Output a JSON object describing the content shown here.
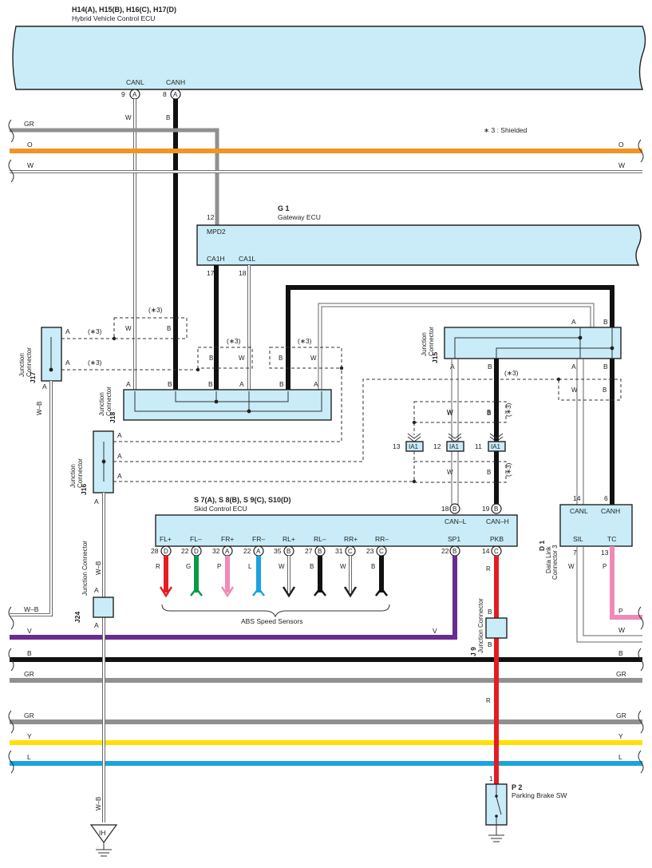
{
  "title": {
    "codes": "H14(A), H15(B), H16(C), H17(D)",
    "name": "Hybrid Vehicle Control ECU"
  },
  "shield_note": "∗ 3 : Shielded",
  "hv_ecu": {
    "canl": "CANL",
    "canh": "CANH",
    "pin_canl": "9",
    "pin_canh": "8",
    "conn": "A"
  },
  "gateway": {
    "id": "G 1",
    "name": "Gateway ECU",
    "mpd2": "MPD2",
    "ca1h": "CA1H",
    "ca1l": "CA1L",
    "pin_mpd2": "12",
    "pin_ca1h": "17",
    "pin_ca1l": "18"
  },
  "skid": {
    "codes": "S 7(A), S 8(B), S 9(C), S10(D)",
    "name": "Skid Control ECU",
    "can_l": "CAN–L",
    "can_h": "CAN–H",
    "pin_can_l": "18",
    "pin_can_h": "19",
    "terms": [
      {
        "label": "FL+",
        "pin": "28",
        "conn": "D",
        "color": "R"
      },
      {
        "label": "FL–",
        "pin": "22",
        "conn": "D",
        "color": "G"
      },
      {
        "label": "FR+",
        "pin": "32",
        "conn": "A",
        "color": "P"
      },
      {
        "label": "FR–",
        "pin": "22",
        "conn": "A",
        "color": "L"
      },
      {
        "label": "RL+",
        "pin": "35",
        "conn": "B",
        "color": "W"
      },
      {
        "label": "RL–",
        "pin": "27",
        "conn": "B",
        "color": "B"
      },
      {
        "label": "RR+",
        "pin": "31",
        "conn": "C",
        "color": "W"
      },
      {
        "label": "RR–",
        "pin": "23",
        "conn": "C",
        "color": "B"
      }
    ],
    "sp1": "SP1",
    "pkb": "PKB",
    "pin_sp1": "22",
    "pin_pkb": "14",
    "conn_sp1": "B",
    "conn_pkb": "C"
  },
  "abs_label": "ABS Speed Sensors",
  "dlc": {
    "id": "D 1",
    "name_l1": "Data Link",
    "name_l2": "Connector 3",
    "canl": "CANL",
    "canh": "CANH",
    "sil": "SIL",
    "tc": "TC",
    "pin_canl": "14",
    "pin_canh": "6",
    "pin_sil": "7",
    "pin_tc": "13"
  },
  "parking": {
    "id": "P 2",
    "name": "Parking Brake SW",
    "pin": "1"
  },
  "junctions": {
    "j17": {
      "id": "J17",
      "l1": "Junction",
      "l2": "Connector"
    },
    "j18": {
      "id": "J18",
      "l1": "Junction",
      "l2": "Connector"
    },
    "j16": {
      "id": "J16",
      "l1": "Junction",
      "l2": "Connector"
    },
    "j15": {
      "id": "J15",
      "l1": "Junction",
      "l2": "Connector"
    },
    "j24": {
      "id": "J24",
      "l1": "Junction Connector"
    },
    "j9": {
      "id": "J 9",
      "l1": "Junction Connector"
    }
  },
  "ia1": {
    "label": "IA1",
    "pins": [
      "13",
      "12",
      "11"
    ]
  },
  "bus_wires": [
    {
      "code": "GR",
      "color": "#909090"
    },
    {
      "code": "O",
      "color": "#f29423"
    },
    {
      "code": "W",
      "color": "#ffffff"
    },
    {
      "code": "V",
      "color": "#6a2d8f"
    },
    {
      "code": "B",
      "color": "#111111"
    },
    {
      "code": "Y",
      "color": "#ffe000"
    },
    {
      "code": "L",
      "color": "#1aa3e0"
    },
    {
      "code": "P",
      "color": "#ef8ab8"
    },
    {
      "code": "R",
      "color": "#e41c24"
    },
    {
      "code": "G",
      "color": "#0a9a48"
    },
    {
      "code": "W–B",
      "color": "#ffffff"
    }
  ],
  "ground": {
    "label": "IH"
  },
  "wire_codes": {
    "w": "W",
    "b": "B",
    "gr": "GR",
    "o": "O",
    "v": "V",
    "y": "Y",
    "l": "L",
    "p": "P",
    "r": "R",
    "wb": "W–B"
  },
  "conn_letters": {
    "a": "A",
    "b": "B",
    "c": "C"
  },
  "shield_mark": "(∗3)"
}
